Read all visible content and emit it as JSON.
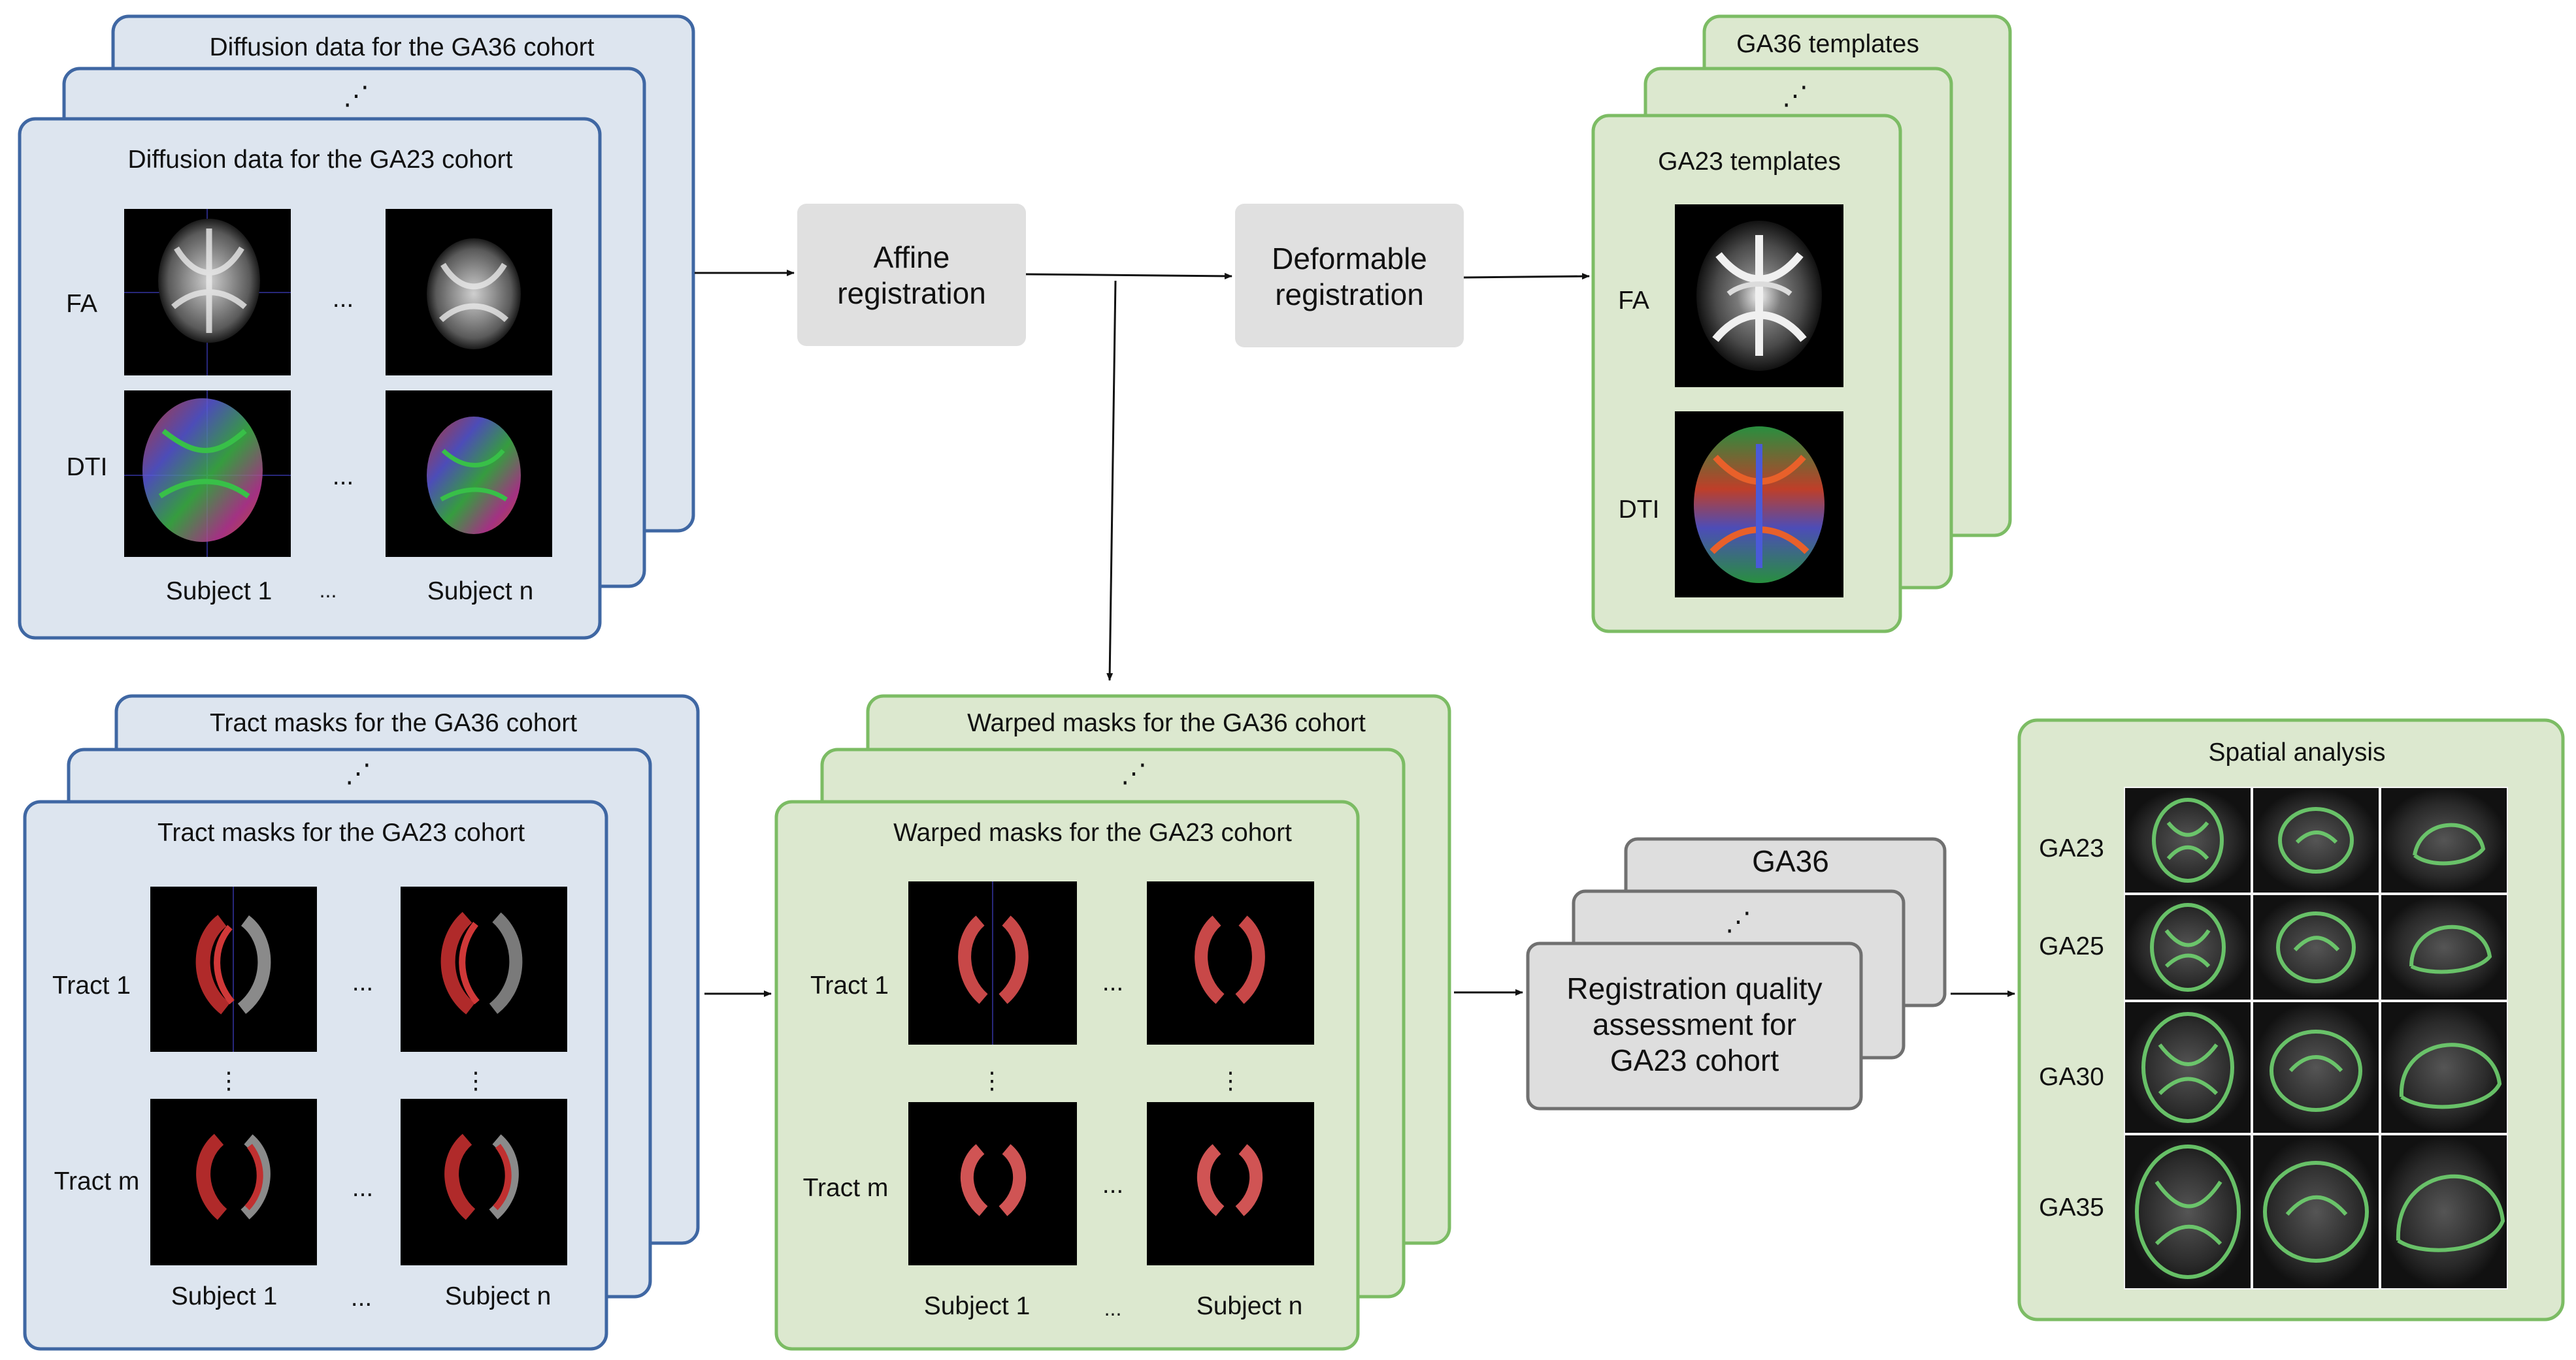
{
  "colors": {
    "blue_fill": "#dde5ef",
    "blue_stroke": "#3f67a3",
    "green_fill": "#dce8cf",
    "green_stroke": "#7cbc64",
    "gray_fill": "#e0e0e0",
    "gray_box_fill": "#dedede",
    "gray_stroke": "#707070",
    "arrow": "#111111",
    "brain_bg": "#000000"
  },
  "diffusion": {
    "back_title": "Diffusion data for the GA36 cohort",
    "mid_title": "⋰",
    "front_title": "Diffusion data for the GA23 cohort",
    "row_fa": "FA",
    "row_dti": "DTI",
    "ellipsis": "...",
    "subject_first": "Subject 1",
    "subject_ellipsis": "...",
    "subject_last": "Subject n"
  },
  "process": {
    "affine_line1": "Affine",
    "affine_line2": "registration",
    "deformable_line1": "Deformable",
    "deformable_line2": "registration"
  },
  "templates": {
    "back_title": "GA36 templates",
    "mid_title": "⋰",
    "front_title": "GA23 templates",
    "row_fa": "FA",
    "row_dti": "DTI"
  },
  "tract_masks": {
    "back_title": "Tract masks for the GA36 cohort",
    "mid_title": "⋰",
    "front_title": "Tract masks for the GA23 cohort",
    "row_1": "Tract 1",
    "row_m": "Tract m",
    "ellipsis": "...",
    "vdots": "⋮",
    "subject_first": "Subject 1",
    "subject_ellipsis": "...",
    "subject_last": "Subject n"
  },
  "warped_masks": {
    "back_title": "Warped masks for the GA36 cohort",
    "mid_title": "⋰",
    "front_title": "Warped masks for the GA23 cohort",
    "row_1": "Tract 1",
    "row_m": "Tract m",
    "ellipsis": "...",
    "vdots": "⋮",
    "subject_first": "Subject 1",
    "subject_ellipsis": "...",
    "subject_last": "Subject n"
  },
  "quality": {
    "back_title": "GA36",
    "mid_title": "⋰",
    "line1": "Registration quality",
    "line2": "assessment for",
    "line3": "GA23 cohort"
  },
  "spatial": {
    "title": "Spatial analysis",
    "rows": [
      "GA23",
      "GA25",
      "GA30",
      "GA35"
    ]
  }
}
